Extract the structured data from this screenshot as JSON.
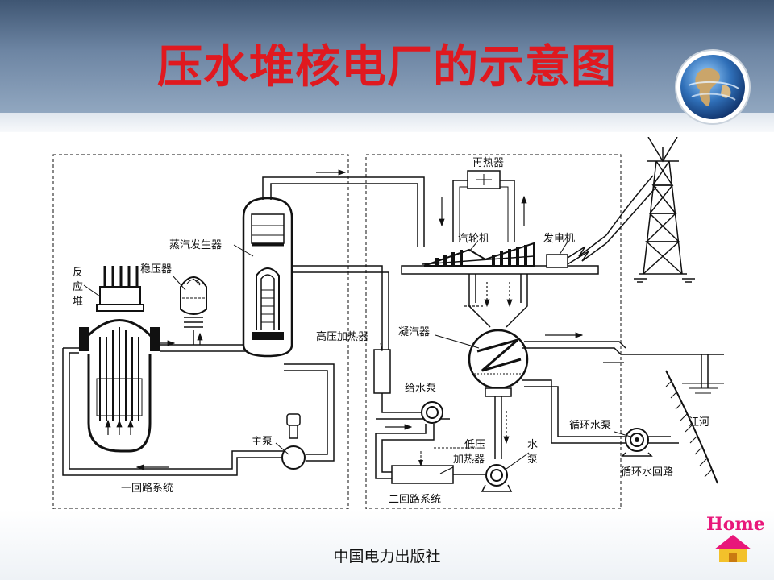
{
  "slide": {
    "title": "压水堆核电厂的示意图",
    "footer": "中国电力出版社",
    "home_label": "Home"
  },
  "diagram": {
    "labels": {
      "reheater": "再热器",
      "turbine": "汽轮机",
      "generator": "发电机",
      "steam_generator": "蒸汽发生器",
      "pressurizer": "稳压器",
      "reactor_1": "反",
      "reactor_2": "应",
      "reactor_3": "堆",
      "hp_heater": "高压加热器",
      "condenser": "凝汽器",
      "feed_pump": "给水泵",
      "main_pump": "主泵",
      "lp_heater_1": "低压",
      "lp_heater_2": "加热器",
      "water_pump_1": "水",
      "water_pump_2": "泵",
      "circ_pump": "循环水泵",
      "river": "江河",
      "circ_loop": "循环水回路",
      "primary_loop": "一回路系统",
      "secondary_loop": "二回路系统"
    }
  },
  "colors": {
    "title": "#e0191f",
    "header": "#4d6584",
    "home": "#e8177a"
  },
  "icons": {
    "globe": "globe-icon",
    "home": "home-icon"
  }
}
